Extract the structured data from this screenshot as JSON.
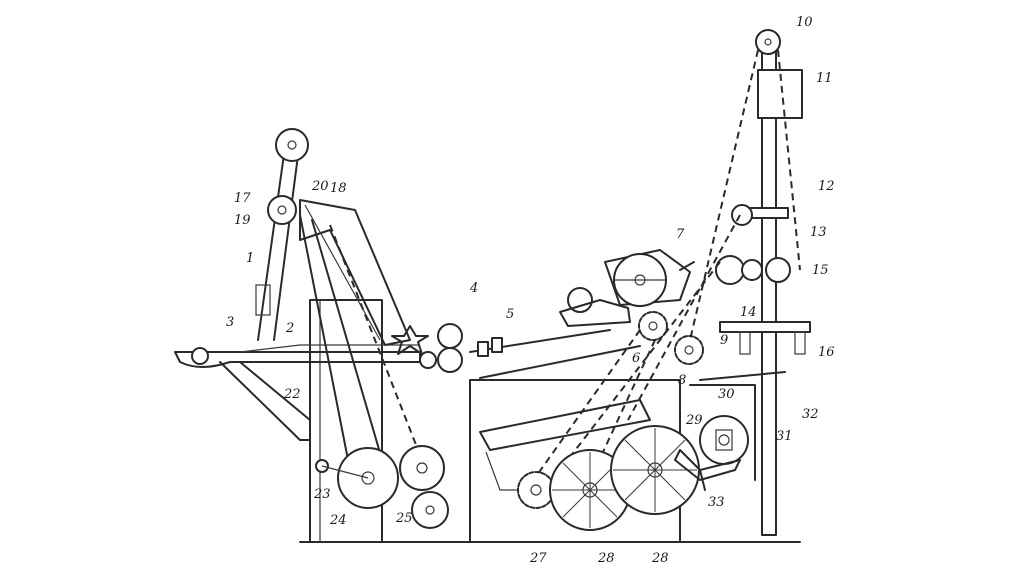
{
  "diagram": {
    "labels": [
      "1",
      "2",
      "3",
      "4",
      "5",
      "6",
      "7",
      "8",
      "9",
      "10",
      "11",
      "12",
      "13",
      "14",
      "15",
      "16",
      "17",
      "18",
      "19",
      "20",
      "22",
      "23",
      "24",
      "25",
      "27",
      "28",
      "28",
      "29",
      "30",
      "31",
      "32",
      "33"
    ]
  }
}
